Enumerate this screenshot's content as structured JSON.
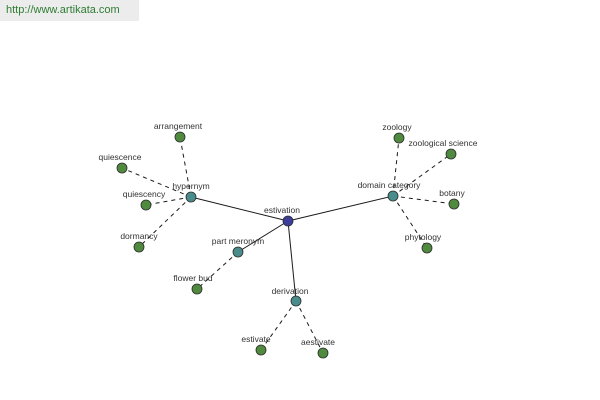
{
  "site": {
    "url": "http://www.artikata.com"
  },
  "graph": {
    "colors": {
      "center": "#3b3f9a",
      "relation": "#4a8c8c",
      "leaf": "#4f8a3e",
      "edge": "#1a1a1a",
      "label": "#333333"
    },
    "center": {
      "id": "estivation",
      "label": "estivation"
    },
    "relations": [
      {
        "id": "hypernym",
        "label": "hypernym",
        "children": [
          {
            "id": "arrangement",
            "label": "arrangement"
          },
          {
            "id": "quiescence",
            "label": "quiescence"
          },
          {
            "id": "quiescency",
            "label": "quiescency"
          },
          {
            "id": "dormancy",
            "label": "dormancy"
          }
        ]
      },
      {
        "id": "domain-category",
        "label": "domain category",
        "children": [
          {
            "id": "zoology",
            "label": "zoology"
          },
          {
            "id": "zoological-science",
            "label": "zoological science"
          },
          {
            "id": "botany",
            "label": "botany"
          },
          {
            "id": "phytology",
            "label": "phytology"
          }
        ]
      },
      {
        "id": "part-meronym",
        "label": "part meronym",
        "children": [
          {
            "id": "flower-bud",
            "label": "flower bud"
          }
        ]
      },
      {
        "id": "derivation",
        "label": "derivation",
        "children": [
          {
            "id": "estivate",
            "label": "estivate"
          },
          {
            "id": "aestivate",
            "label": "aestivate"
          }
        ]
      }
    ]
  }
}
